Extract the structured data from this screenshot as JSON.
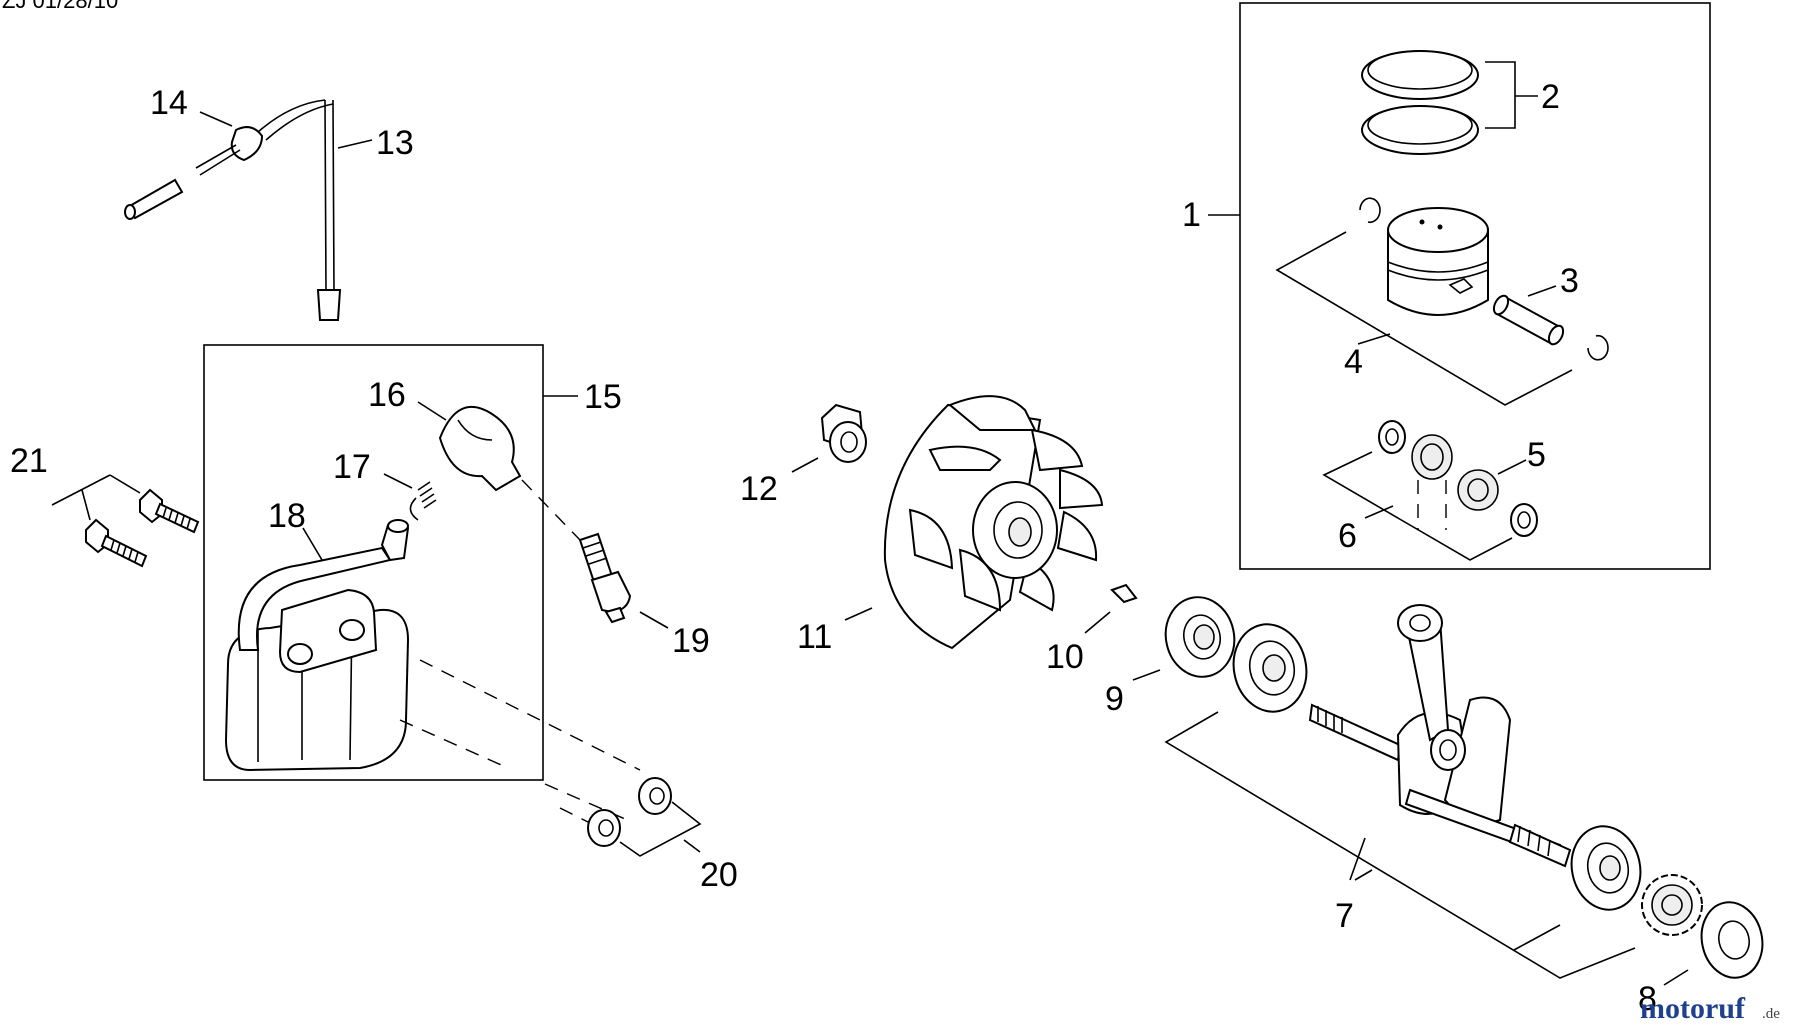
{
  "header_text": "ZJ 01/28/10",
  "callouts": {
    "c1": "1",
    "c2": "2",
    "c3": "3",
    "c4": "4",
    "c5": "5",
    "c6": "6",
    "c7": "7",
    "c8": "8",
    "c9": "9",
    "c10": "10",
    "c11": "11",
    "c12": "12",
    "c13": "13",
    "c14": "14",
    "c15": "15",
    "c16": "16",
    "c17": "17",
    "c18": "18",
    "c19": "19",
    "c20": "20",
    "c21": "21"
  },
  "watermark": {
    "brand": "motoruf",
    "suffix": ".de",
    "color_brand": "#1f3f8f",
    "color_accent": "#c8102e"
  }
}
